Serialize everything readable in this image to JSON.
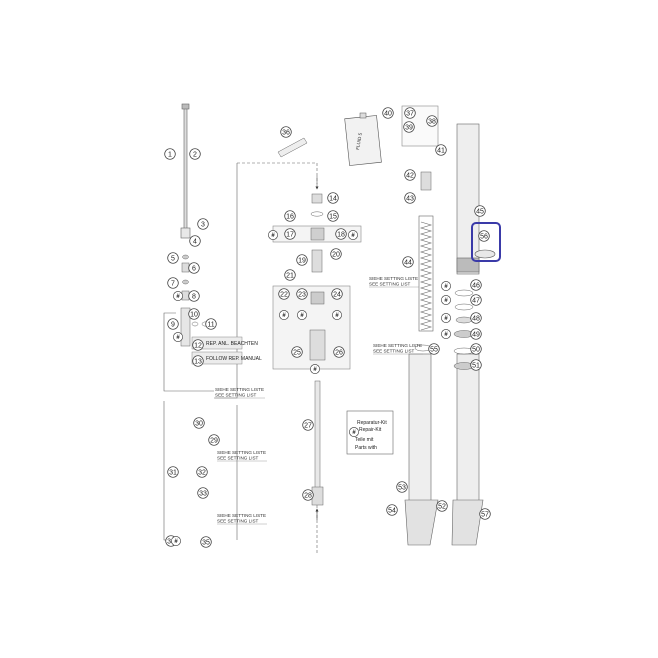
{
  "diagram": {
    "callouts": [
      "1",
      "2",
      "3",
      "4",
      "5",
      "6",
      "7",
      "8",
      "9",
      "10",
      "11",
      "12",
      "13",
      "14",
      "15",
      "16",
      "17",
      "18",
      "19",
      "20",
      "21",
      "22",
      "23",
      "24",
      "25",
      "26",
      "27",
      "28",
      "29",
      "30",
      "31",
      "32",
      "33",
      "34",
      "35",
      "36",
      "37",
      "38",
      "39",
      "40",
      "41",
      "42",
      "43",
      "44",
      "45",
      "46",
      "47",
      "48",
      "49",
      "50",
      "51",
      "52",
      "53",
      "54",
      "55",
      "56",
      "57"
    ],
    "hash": "#",
    "notes": {
      "rep_anl": "REP. ANL. BEACHTEN",
      "follow_rep": "FOLLOW REP. MANUAL",
      "siehe": "SIEHE SETTING LISTE",
      "see": "SEE SETTING LIST",
      "repair_de": "Reparatur-Kit",
      "repair_en": "Repair-Kit",
      "teile_mit": "Teile mit",
      "parts_with": "Parts with"
    },
    "fluid_label": "FLUID 5",
    "highlight_color": "#3a3aa8"
  }
}
